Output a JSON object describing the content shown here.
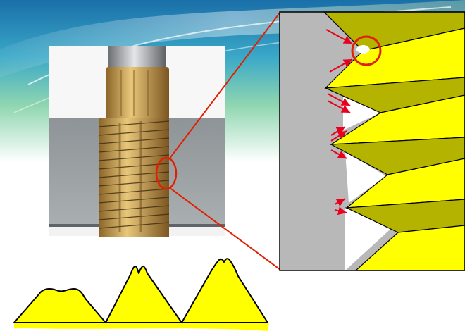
{
  "slide": {
    "background": {
      "top_gradient": [
        "#1a6fa8",
        "#3aa8c8",
        "#7fd0a0",
        "#e8f4c0"
      ],
      "fill": "#ffffff"
    }
  },
  "photo": {
    "description_icon": "tap-in-threaded-hole-photo",
    "colors": {
      "shank": "#b8bcc0",
      "tap_body": "#c8a25a",
      "workpiece": "#9ea4a6"
    }
  },
  "detail_view": {
    "colors": {
      "material": "#b8b8b8",
      "thread_face_light": "#ffff00",
      "thread_face_dark": "#b3b300",
      "outline": "#000000"
    },
    "arrows": {
      "color": "#e8001c",
      "count": 9
    },
    "highlight_circle_color": "#e02000"
  },
  "callout": {
    "line_color": "#e02000"
  },
  "profile": {
    "fill": "#ffff00",
    "outline": "#000000",
    "teeth": [
      "worn-tooth",
      "notched-tooth",
      "torn-tooth"
    ]
  }
}
